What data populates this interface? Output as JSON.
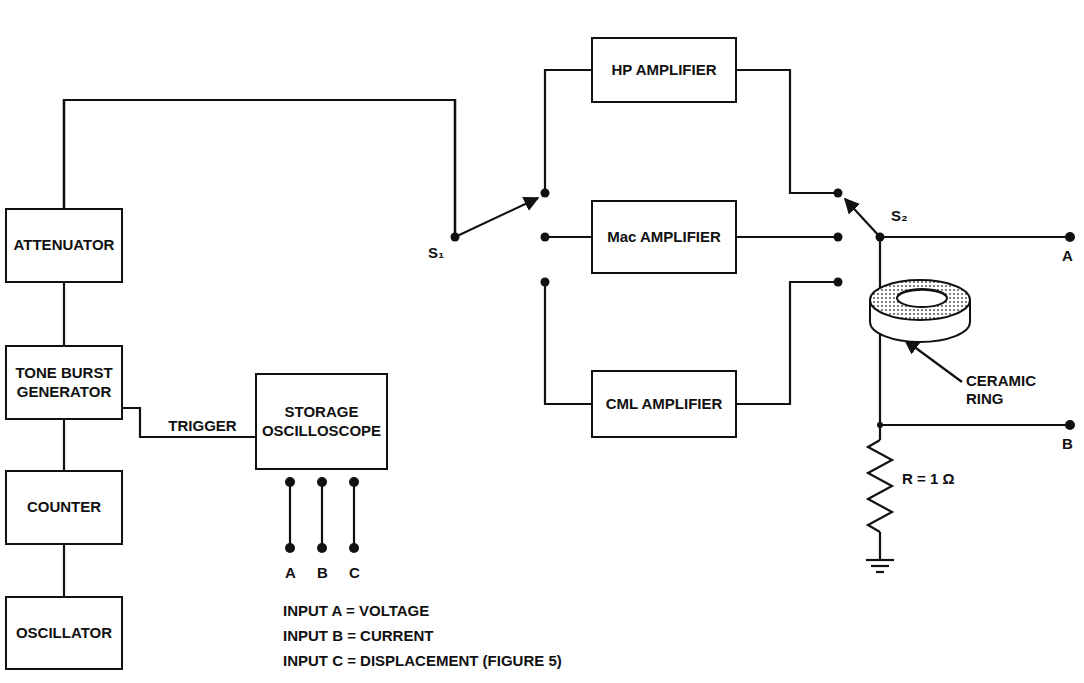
{
  "diagram": {
    "nodes": [
      {
        "text": [
          "HP AMPLIFIER"
        ]
      },
      {
        "text": [
          "ATTENUATOR"
        ]
      },
      {
        "text": [
          "Mac AMPLIFIER"
        ]
      },
      {
        "text": [
          "TONE BURST GENERATOR"
        ]
      },
      {
        "text": [
          "STORAGE OSCILLOSCOPE"
        ]
      },
      {
        "text": [
          "CML AMPLIFIER"
        ]
      },
      {
        "text": [
          "COUNTER"
        ]
      },
      {
        "text": [
          "OSCILLATOR"
        ]
      }
    ],
    "edges": [
      {
        "from": 3,
        "to": 1,
        "arrow": "none"
      },
      {
        "from": 6,
        "to": 3,
        "arrow": "none"
      },
      {
        "from": 7,
        "to": 6,
        "arrow": "none"
      },
      {
        "from": 3,
        "to": 4,
        "label": "TRIGGER",
        "arrow": "none"
      },
      {
        "from": 1,
        "to": 0,
        "arrow": "none"
      },
      {
        "from": 1,
        "to": 2,
        "arrow": "none"
      },
      {
        "from": 1,
        "to": 5,
        "arrow": "none"
      }
    ],
    "labels": [
      "S₁",
      "S₂",
      "A",
      "B",
      "CERAMIC RING",
      "R = 1 Ω",
      "A",
      "B",
      "C",
      "INPUT A = VOLTAGE",
      "INPUT B = CURRENT",
      "INPUT C = DISPLACEMENT (FIGURE 5)"
    ]
  }
}
